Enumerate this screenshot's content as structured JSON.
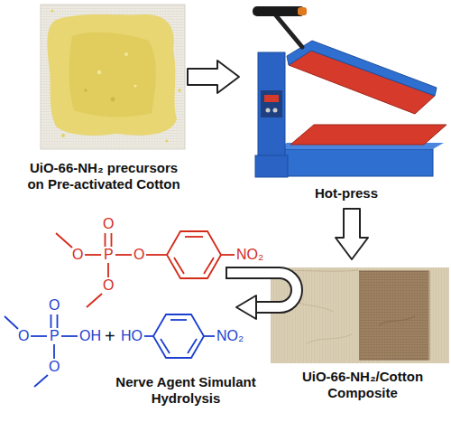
{
  "diagram": {
    "nodes": [
      {
        "text": [
          "UiO-66-NH₂ precursors on Pre-activated Cotton"
        ]
      },
      {
        "text": [
          "Hot-press"
        ]
      },
      {
        "text": [
          "UiO-66-NH₂/Cotton Composite"
        ]
      }
    ],
    "edges": [
      {
        "from": 0,
        "to": 1,
        "arrow": "to"
      },
      {
        "from": 1,
        "to": 2,
        "arrow": "to"
      }
    ],
    "labels": [
      "O",
      "O",
      "P",
      "O",
      "O",
      "NO₂",
      "O",
      "O",
      "P",
      "OH",
      "O",
      "+",
      "HO",
      "NO₂",
      "Nerve Agent Simulant Hydrolysis"
    ]
  }
}
